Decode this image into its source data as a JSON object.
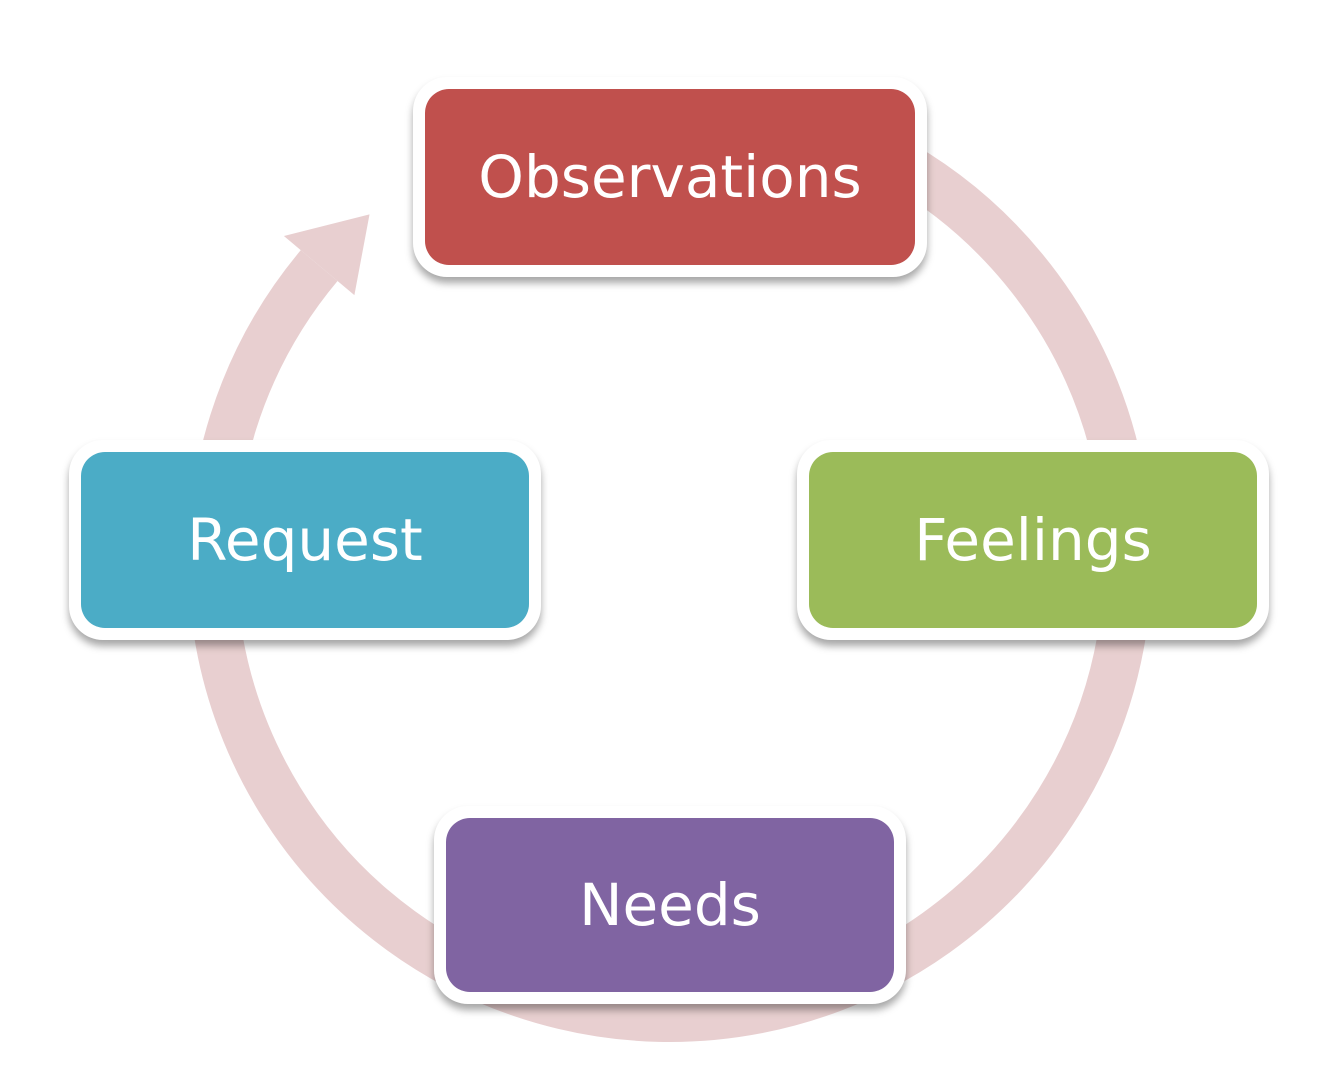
{
  "diagram": {
    "type": "cycle",
    "direction": "clockwise",
    "ring_color": "#E8CFD0",
    "nodes": [
      {
        "id": "observations",
        "label": "Observations",
        "color": "#C0504D"
      },
      {
        "id": "feelings",
        "label": "Feelings",
        "color": "#9BBB59"
      },
      {
        "id": "needs",
        "label": "Needs",
        "color": "#8064A2"
      },
      {
        "id": "request",
        "label": "Request",
        "color": "#4BACC6"
      }
    ],
    "edges": [
      {
        "from": "observations",
        "to": "feelings"
      },
      {
        "from": "feelings",
        "to": "needs"
      },
      {
        "from": "needs",
        "to": "request"
      },
      {
        "from": "request",
        "to": "observations",
        "arrowhead": true
      }
    ]
  }
}
